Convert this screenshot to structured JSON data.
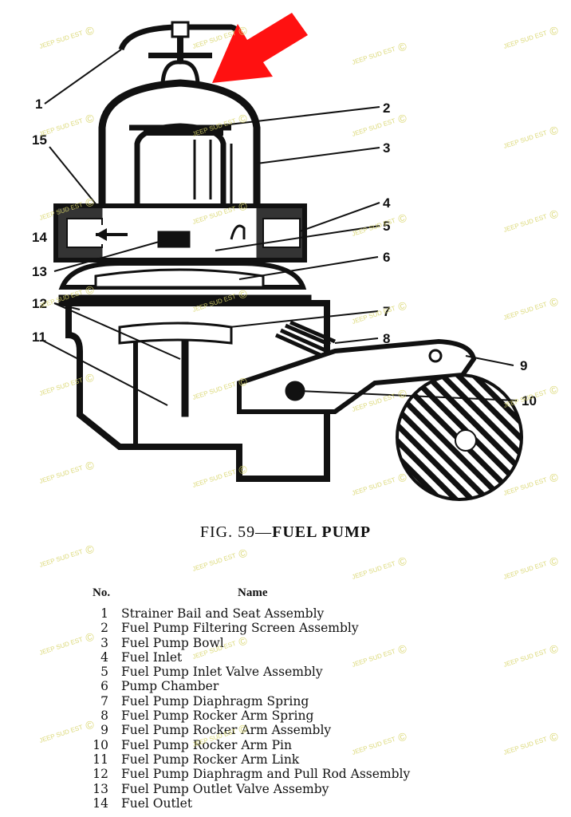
{
  "figure": {
    "caption_number": "FIG. 59",
    "caption_title": "FUEL PUMP",
    "callout_labels": [
      "1",
      "2",
      "3",
      "4",
      "5",
      "6",
      "7",
      "8",
      "9",
      "10",
      "11",
      "12",
      "13",
      "14",
      "15"
    ]
  },
  "parts_table": {
    "headers": {
      "no": "No.",
      "name": "Name"
    },
    "rows": [
      {
        "no": "1",
        "name": "Strainer Bail and Seat Assembly"
      },
      {
        "no": "2",
        "name": "Fuel Pump Filtering Screen Assembly"
      },
      {
        "no": "3",
        "name": "Fuel Pump Bowl"
      },
      {
        "no": "4",
        "name": "Fuel Inlet"
      },
      {
        "no": "5",
        "name": "Fuel Pump Inlet Valve Assembly"
      },
      {
        "no": "6",
        "name": "Pump Chamber"
      },
      {
        "no": "7",
        "name": "Fuel Pump Diaphragm Spring"
      },
      {
        "no": "8",
        "name": "Fuel Pump Rocker Arm Spring"
      },
      {
        "no": "9",
        "name": "Fuel Pump Rocker Arm Assembly"
      },
      {
        "no": "10",
        "name": "Fuel Pump Rocker Arm Pin"
      },
      {
        "no": "11",
        "name": "Fuel Pump Rocker Arm Link"
      },
      {
        "no": "12",
        "name": "Fuel Pump Diaphragm and Pull Rod Assembly"
      },
      {
        "no": "13",
        "name": "Fuel Pump Outlet Valve Assemby"
      },
      {
        "no": "14",
        "name": "Fuel Outlet"
      }
    ]
  },
  "watermark": {
    "text": "JEEP SUD EST",
    "symbol": "©",
    "color": "#d8d56a"
  },
  "colors": {
    "ink": "#111111",
    "arrow": "#ff1111"
  }
}
